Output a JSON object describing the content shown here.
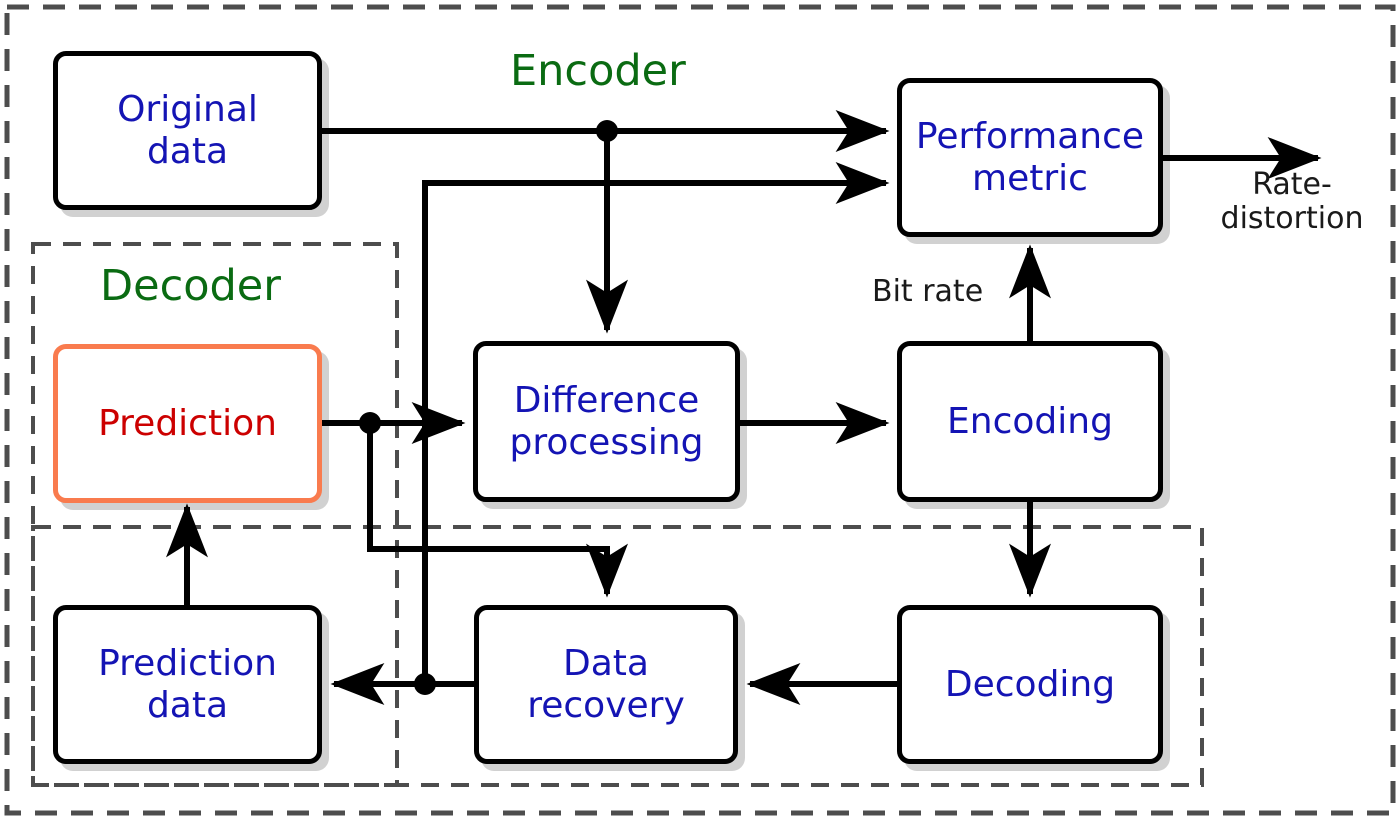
{
  "diagram": {
    "title": "Encoder-decoder block diagram",
    "colors": {
      "node_border": "#000000",
      "node_text": "#1414b4",
      "highlight_border": "#f97b4e",
      "highlight_text": "#cc0000",
      "region_label": "#0a6b12",
      "line": "#000000",
      "dashed_boundary": "#4d4d4d",
      "background": "#ffffff",
      "shadow": "rgba(0,0,0,0.18)"
    },
    "regions": [
      {
        "id": "encoder",
        "label": "Encoder",
        "style": "dashed"
      },
      {
        "id": "decoder",
        "label": "Decoder",
        "style": "dashed"
      },
      {
        "id": "decoder-lower",
        "label": "",
        "style": "dashed"
      }
    ],
    "nodes": [
      {
        "id": "original-data",
        "label": "Original\ndata",
        "line1": "Original",
        "line2": "data",
        "highlight": false
      },
      {
        "id": "performance-metric",
        "label": "Performance\nmetric",
        "line1": "Performance",
        "line2": "metric",
        "highlight": false
      },
      {
        "id": "prediction",
        "label": "Prediction",
        "line1": "Prediction",
        "line2": "",
        "highlight": true
      },
      {
        "id": "difference-processing",
        "label": "Difference\nprocessing",
        "line1": "Difference",
        "line2": "processing",
        "highlight": false
      },
      {
        "id": "encoding",
        "label": "Encoding",
        "line1": "Encoding",
        "line2": "",
        "highlight": false
      },
      {
        "id": "prediction-data",
        "label": "Prediction\ndata",
        "line1": "Prediction",
        "line2": "data",
        "highlight": false
      },
      {
        "id": "data-recovery",
        "label": "Data\nrecovery",
        "line1": "Data",
        "line2": "recovery",
        "highlight": false
      },
      {
        "id": "decoding",
        "label": "Decoding",
        "line1": "Decoding",
        "line2": "",
        "highlight": false
      }
    ],
    "edge_labels": [
      {
        "id": "bit-rate",
        "text": "Bit rate"
      },
      {
        "id": "rate-distortion",
        "line1": "Rate-",
        "line2": "distortion"
      }
    ],
    "connections": [
      {
        "from": "original-data",
        "to": "performance-metric",
        "kind": "arrow"
      },
      {
        "from": "original-data",
        "to": "difference-processing",
        "kind": "arrow"
      },
      {
        "from": "prediction",
        "to": "difference-processing",
        "kind": "arrow"
      },
      {
        "from": "prediction",
        "to": "data-recovery",
        "kind": "arrow"
      },
      {
        "from": "prediction",
        "to": "performance-metric",
        "kind": "arrow"
      },
      {
        "from": "difference-processing",
        "to": "encoding",
        "kind": "arrow"
      },
      {
        "from": "encoding",
        "to": "performance-metric",
        "kind": "arrow",
        "label": "Bit rate"
      },
      {
        "from": "encoding",
        "to": "decoding",
        "kind": "arrow"
      },
      {
        "from": "decoding",
        "to": "data-recovery",
        "kind": "arrow"
      },
      {
        "from": "data-recovery",
        "to": "prediction-data",
        "kind": "arrow"
      },
      {
        "from": "prediction-data",
        "to": "prediction",
        "kind": "arrow"
      },
      {
        "from": "performance-metric",
        "to": "output",
        "kind": "arrow",
        "label": "Rate-distortion"
      }
    ]
  }
}
